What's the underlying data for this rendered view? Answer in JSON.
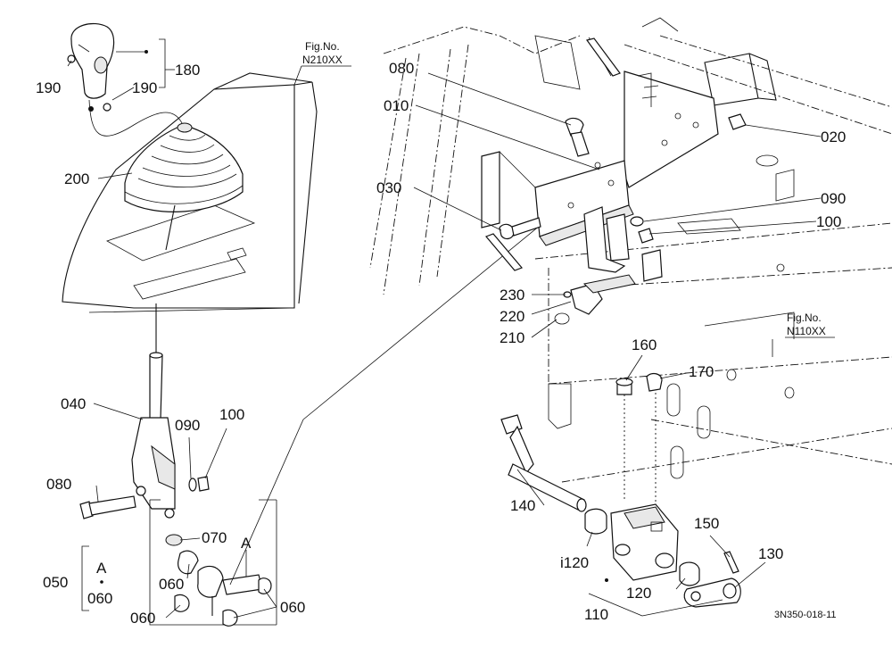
{
  "figure": {
    "fig_ref_left": {
      "line1": "Fig.No.",
      "line2": "N210XX"
    },
    "fig_ref_right": {
      "line1": "Fig.No.",
      "line2": "N110XX"
    },
    "drawing_code": "3N350-018-11"
  },
  "callouts": {
    "p180": "180",
    "p190a": "190",
    "p190b": "190",
    "p200": "200",
    "p080a": "080",
    "p010": "010",
    "p020": "020",
    "p030": "030",
    "p090a": "090",
    "p100a": "100",
    "p230": "230",
    "p220": "220",
    "p210": "210",
    "p160": "160",
    "p170": "170",
    "p040": "040",
    "p090b": "090",
    "p100b": "100",
    "p080b": "080",
    "p070": "070",
    "p060a": "060",
    "p060b": "060",
    "p060c": "060",
    "p050": "050",
    "p060d": "060",
    "pA1": "A",
    "pA2": "A",
    "p140": "140",
    "p120a": "i120",
    "p120b": "120",
    "p150": "150",
    "p130": "130",
    "p110": "110"
  }
}
